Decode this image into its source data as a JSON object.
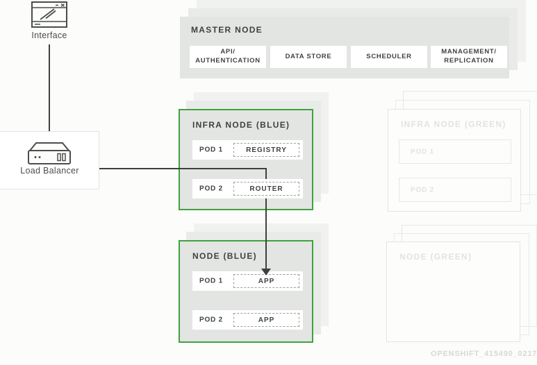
{
  "watermark": "OPENSHIFT_415490_0217",
  "colors": {
    "accent_green": "#3fa23d",
    "node_gray": "#e3e5e2",
    "connector": "#3d413e",
    "ghost": "#e2e4e1"
  },
  "interface": {
    "label": "Interface"
  },
  "load_balancer": {
    "label": "Load Balancer"
  },
  "master_node": {
    "title": "MASTER NODE",
    "components": [
      "API/\nAUTHENTICATION",
      "DATA STORE",
      "SCHEDULER",
      "MANAGEMENT/\nREPLICATION"
    ]
  },
  "infra_node_blue": {
    "title": "INFRA NODE (BLUE)",
    "pods": [
      {
        "label": "POD 1",
        "service": "REGISTRY"
      },
      {
        "label": "POD 2",
        "service": "ROUTER"
      }
    ]
  },
  "node_blue": {
    "title": "NODE (BLUE)",
    "pods": [
      {
        "label": "POD 1",
        "service": "APP"
      },
      {
        "label": "POD 2",
        "service": "APP"
      }
    ]
  },
  "infra_node_green": {
    "title": "INFRA NODE (GREEN)",
    "pods": [
      {
        "label": "POD 1"
      },
      {
        "label": "POD 2"
      }
    ]
  },
  "node_green": {
    "title": "NODE (GREEN)"
  }
}
